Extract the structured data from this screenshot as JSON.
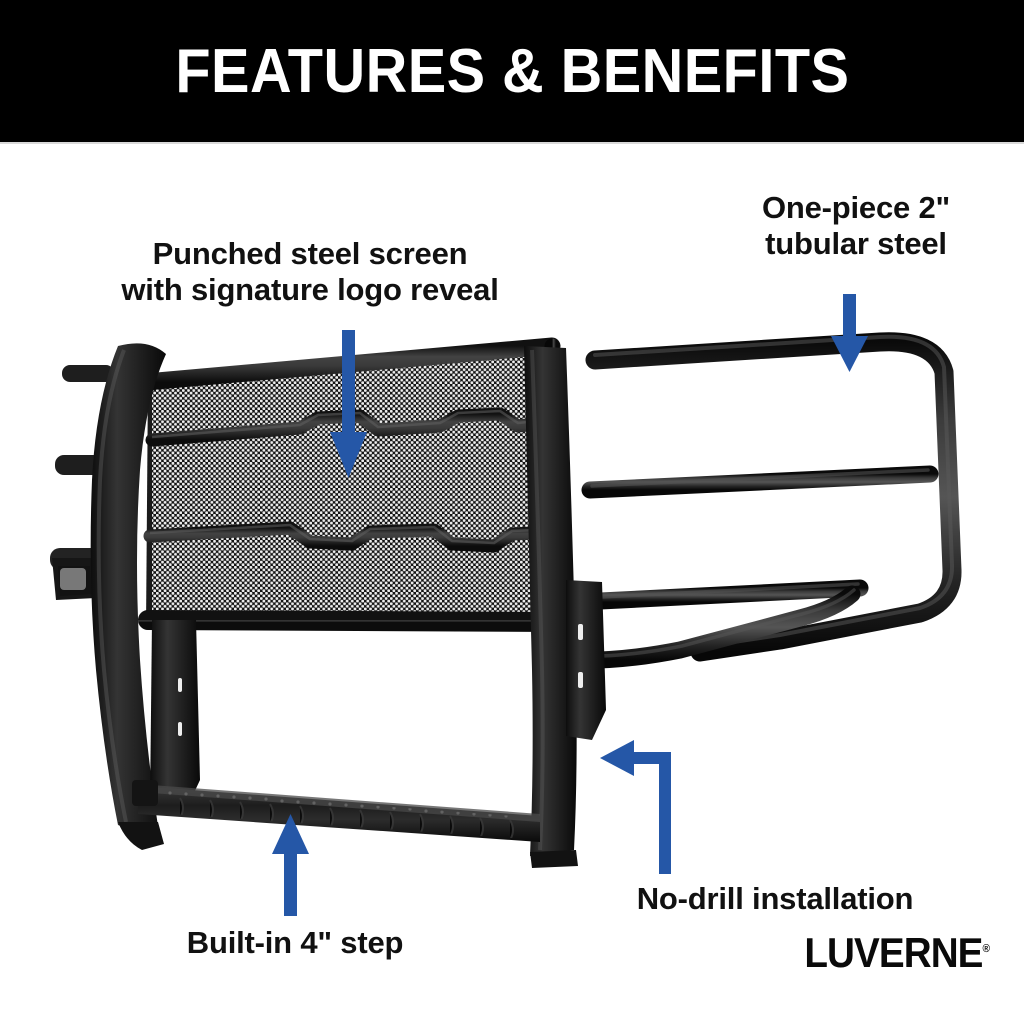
{
  "header": {
    "title": "FEATURES & BENEFITS",
    "background": "#000000",
    "text_color": "#ffffff",
    "rule_color": "#d9d9d9"
  },
  "theme": {
    "accent_blue": "#2557A7",
    "text_dark": "#111111",
    "page_background": "#ffffff",
    "product_black": "#1a1a1a"
  },
  "callouts": [
    {
      "id": "punched-steel-screen",
      "text": "Punched steel screen\nwith signature logo reveal",
      "arrow": "down"
    },
    {
      "id": "one-piece-tubular-steel",
      "text": "One-piece 2\"\ntubular steel",
      "arrow": "down"
    },
    {
      "id": "built-in-step",
      "text": "Built-in 4\" step",
      "arrow": "up"
    },
    {
      "id": "no-drill-installation",
      "text": "No-drill installation",
      "arrow": "elbow-left"
    }
  ],
  "brand": {
    "name": "LUVERNE",
    "trademark": "®"
  },
  "product": {
    "name": "Grille guard with punched steel screen, headlight guards and built-in step",
    "finish": "textured black powder coat"
  }
}
